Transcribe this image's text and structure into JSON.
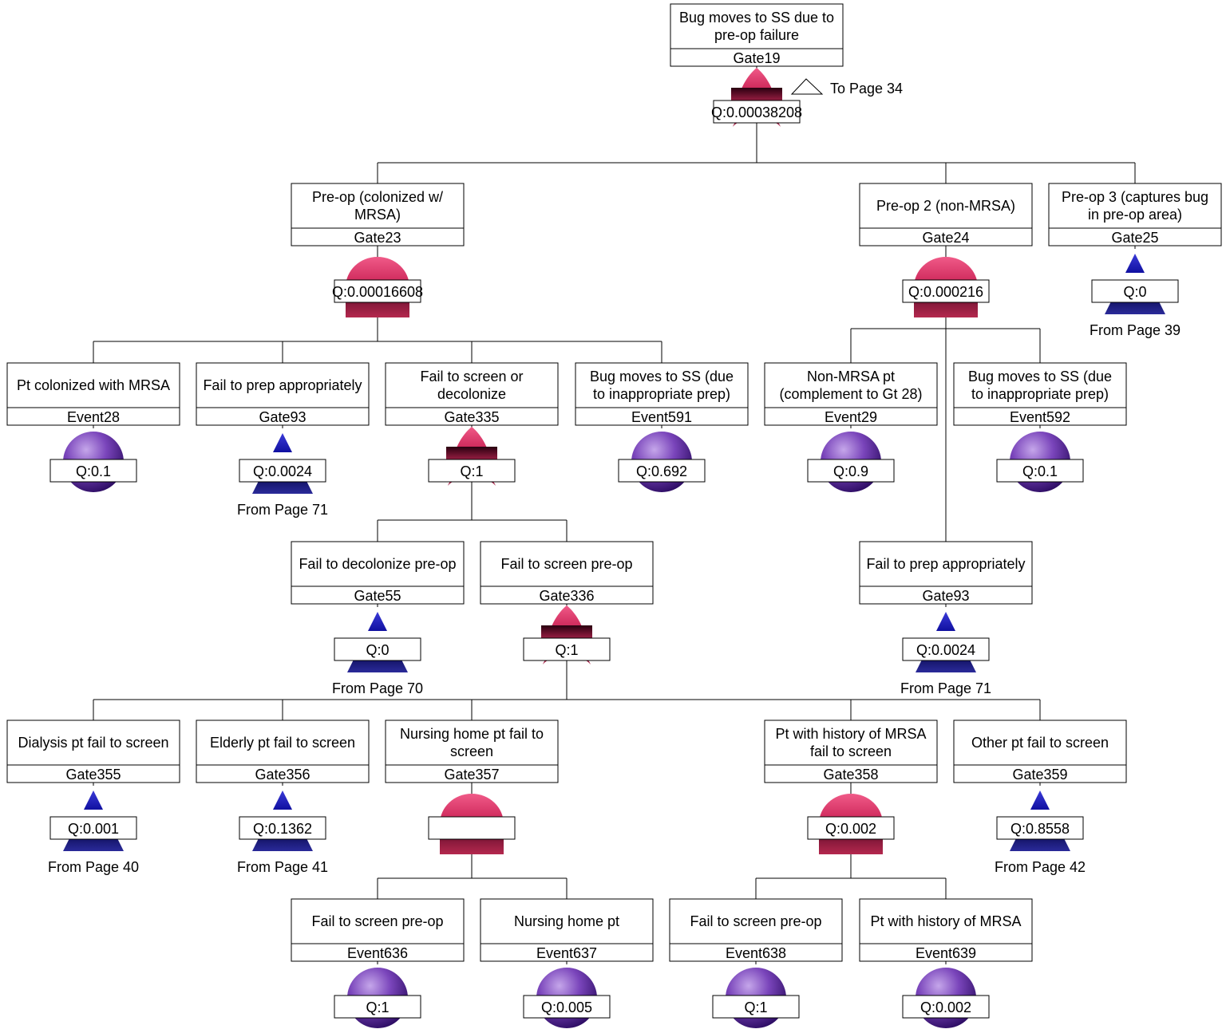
{
  "diagram": {
    "nodes": [
      {
        "id": "Gate19",
        "title": [
          "Bug moves to SS  due to",
          "pre-op failure"
        ],
        "label": "Gate19",
        "q": "Q:0.00038208",
        "symbol": "or",
        "transfer_out": "To Page 34"
      },
      {
        "id": "Gate23",
        "title": [
          "Pre-op (colonized w/",
          "MRSA)"
        ],
        "label": "Gate23",
        "q": "Q:0.00016608",
        "symbol": "and"
      },
      {
        "id": "Gate24",
        "title": [
          "Pre-op 2 (non-MRSA)"
        ],
        "label": "Gate24",
        "q": "Q:0.000216",
        "symbol": "and"
      },
      {
        "id": "Gate25",
        "title": [
          "Pre-op 3 (captures bug",
          "in pre-op area)"
        ],
        "label": "Gate25",
        "q": "Q:0",
        "symbol": "transfer",
        "from_page": "From Page 39"
      },
      {
        "id": "Event28",
        "title": [
          "Pt colonized with MRSA"
        ],
        "label": "Event28",
        "q": "Q:0.1",
        "symbol": "basic"
      },
      {
        "id": "Gate93a",
        "title": [
          "Fail to prep appropriately"
        ],
        "label": "Gate93",
        "q": "Q:0.0024",
        "symbol": "transfer",
        "from_page": "From Page 71"
      },
      {
        "id": "Gate335",
        "title": [
          "Fail to screen or",
          "decolonize"
        ],
        "label": "Gate335",
        "q": "Q:1",
        "symbol": "or"
      },
      {
        "id": "Event591",
        "title": [
          "Bug moves to SS (due",
          "to inappropriate prep)"
        ],
        "label": "Event591",
        "q": "Q:0.692",
        "symbol": "basic"
      },
      {
        "id": "Event29",
        "title": [
          "Non-MRSA pt",
          "(complement to Gt 28)"
        ],
        "label": "Event29",
        "q": "Q:0.9",
        "symbol": "basic"
      },
      {
        "id": "Event592",
        "title": [
          "Bug moves to SS (due",
          "to inappropriate prep)"
        ],
        "label": "Event592",
        "q": "Q:0.1",
        "symbol": "basic"
      },
      {
        "id": "Gate55",
        "title": [
          "Fail to decolonize pre-op"
        ],
        "label": "Gate55",
        "q": "Q:0",
        "symbol": "transfer",
        "from_page": "From Page 70"
      },
      {
        "id": "Gate336",
        "title": [
          "Fail to screen pre-op"
        ],
        "label": "Gate336",
        "q": "Q:1",
        "symbol": "or"
      },
      {
        "id": "Gate93b",
        "title": [
          "Fail to prep appropriately"
        ],
        "label": "Gate93",
        "q": "Q:0.0024",
        "symbol": "transfer",
        "from_page": "From Page 71"
      },
      {
        "id": "Gate355",
        "title": [
          "Dialysis pt fail to screen"
        ],
        "label": "Gate355",
        "q": "Q:0.001",
        "symbol": "transfer",
        "from_page": "From Page 40"
      },
      {
        "id": "Gate356",
        "title": [
          "Elderly pt fail to screen"
        ],
        "label": "Gate356",
        "q": "Q:0.1362",
        "symbol": "transfer",
        "from_page": "From Page 41"
      },
      {
        "id": "Gate357",
        "title": [
          "Nursing home pt fail to",
          "screen"
        ],
        "label": "Gate357",
        "q": "",
        "symbol": "and",
        "obscured": true
      },
      {
        "id": "Gate358",
        "title": [
          "Pt with history of MRSA",
          "fail to screen"
        ],
        "label": "Gate358",
        "q": "Q:0.002",
        "symbol": "and"
      },
      {
        "id": "Gate359",
        "title": [
          "Other pt fail to screen"
        ],
        "label": "Gate359",
        "q": "Q:0.8558",
        "symbol": "transfer",
        "from_page": "From Page 42"
      },
      {
        "id": "Event636",
        "title": [
          "Fail to screen pre-op"
        ],
        "label": "Event636",
        "q": "Q:1",
        "symbol": "basic"
      },
      {
        "id": "Event637",
        "title": [
          "Nursing home pt"
        ],
        "label": "Event637",
        "q": "Q:0.005",
        "symbol": "basic"
      },
      {
        "id": "Event638",
        "title": [
          "Fail to screen pre-op"
        ],
        "label": "Event638",
        "q": "Q:1",
        "symbol": "basic"
      },
      {
        "id": "Event639",
        "title": [
          "Pt with history of MRSA"
        ],
        "label": "Event639",
        "q": "Q:0.002",
        "symbol": "basic"
      }
    ],
    "edges": [
      [
        "Gate19",
        "Gate23"
      ],
      [
        "Gate19",
        "Gate24"
      ],
      [
        "Gate19",
        "Gate25"
      ],
      [
        "Gate23",
        "Event28"
      ],
      [
        "Gate23",
        "Gate93a"
      ],
      [
        "Gate23",
        "Gate335"
      ],
      [
        "Gate23",
        "Event591"
      ],
      [
        "Gate24",
        "Event29"
      ],
      [
        "Gate24",
        "Event592"
      ],
      [
        "Gate24",
        "Gate93b"
      ],
      [
        "Gate335",
        "Gate55"
      ],
      [
        "Gate335",
        "Gate336"
      ],
      [
        "Gate336",
        "Gate355"
      ],
      [
        "Gate336",
        "Gate356"
      ],
      [
        "Gate336",
        "Gate357"
      ],
      [
        "Gate336",
        "Gate358"
      ],
      [
        "Gate336",
        "Gate359"
      ],
      [
        "Gate357",
        "Event636"
      ],
      [
        "Gate357",
        "Event637"
      ],
      [
        "Gate358",
        "Event638"
      ],
      [
        "Gate358",
        "Event639"
      ]
    ]
  }
}
